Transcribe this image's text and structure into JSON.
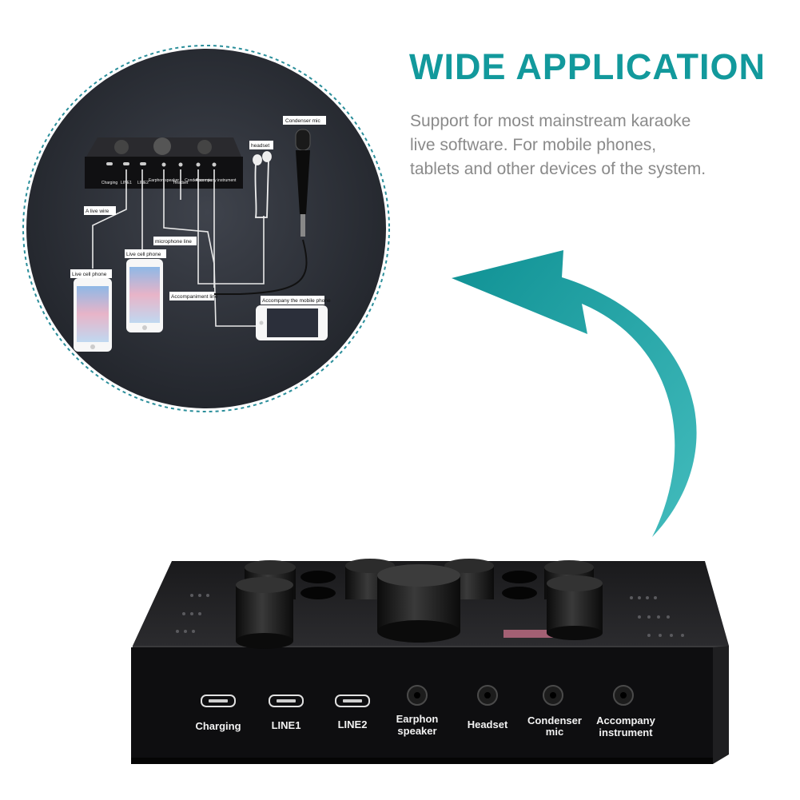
{
  "headline": "WIDE APPLICATION",
  "description": {
    "line1": "Support for most mainstream karaoke",
    "line2": "live software. For mobile phones,",
    "line3": "tablets and other devices of the system."
  },
  "accent_color": "#12999c",
  "diagram": {
    "port_labels": [
      "Charging",
      "LINE1",
      "LINE2",
      "Earphon speaker",
      "Headset",
      "Condenser mic",
      "Accompany instrument"
    ],
    "labels": {
      "condenser_mic": "Condenser mic",
      "headset": "headset",
      "a_live_wire": "A live wire",
      "microphone_line": "microphone line",
      "live_cell_phone_1": "Live cell phone",
      "live_cell_phone_2": "Live cell phone",
      "accompaniment_line": "Accompaniment line",
      "accompany_mobile": "Accompany the mobile phone"
    }
  },
  "device": {
    "ports": {
      "charging": "Charging",
      "line1": "LINE1",
      "line2": "LINE2",
      "earphone_l1": "Earphon",
      "earphone_l2": "speaker",
      "headset": "Headset",
      "condenser_l1": "Condenser",
      "condenser_l2": "mic",
      "accompany_l1": "Accompany",
      "accompany_l2": "instrument"
    }
  }
}
